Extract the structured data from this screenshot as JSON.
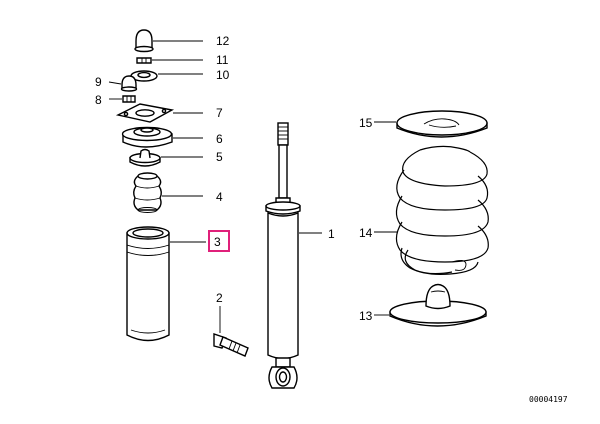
{
  "diagram": {
    "drawing_number": "00004197",
    "highlight_color": "#e0207a",
    "highlighted_label": "3",
    "callouts": [
      {
        "label": "12",
        "part": "dust cap"
      },
      {
        "label": "11",
        "part": "nut"
      },
      {
        "label": "10",
        "part": "washer"
      },
      {
        "label": "9",
        "part": "cap"
      },
      {
        "label": "8",
        "part": "nut"
      },
      {
        "label": "7",
        "part": "gasket"
      },
      {
        "label": "6",
        "part": "support bearing"
      },
      {
        "label": "5",
        "part": "spring pad"
      },
      {
        "label": "4",
        "part": "bump stop"
      },
      {
        "label": "3",
        "part": "protective tube"
      },
      {
        "label": "2",
        "part": "bolt"
      },
      {
        "label": "1",
        "part": "shock absorber"
      },
      {
        "label": "15",
        "part": "upper spring pad"
      },
      {
        "label": "14",
        "part": "coil spring"
      },
      {
        "label": "13",
        "part": "lower spring pad"
      }
    ]
  }
}
